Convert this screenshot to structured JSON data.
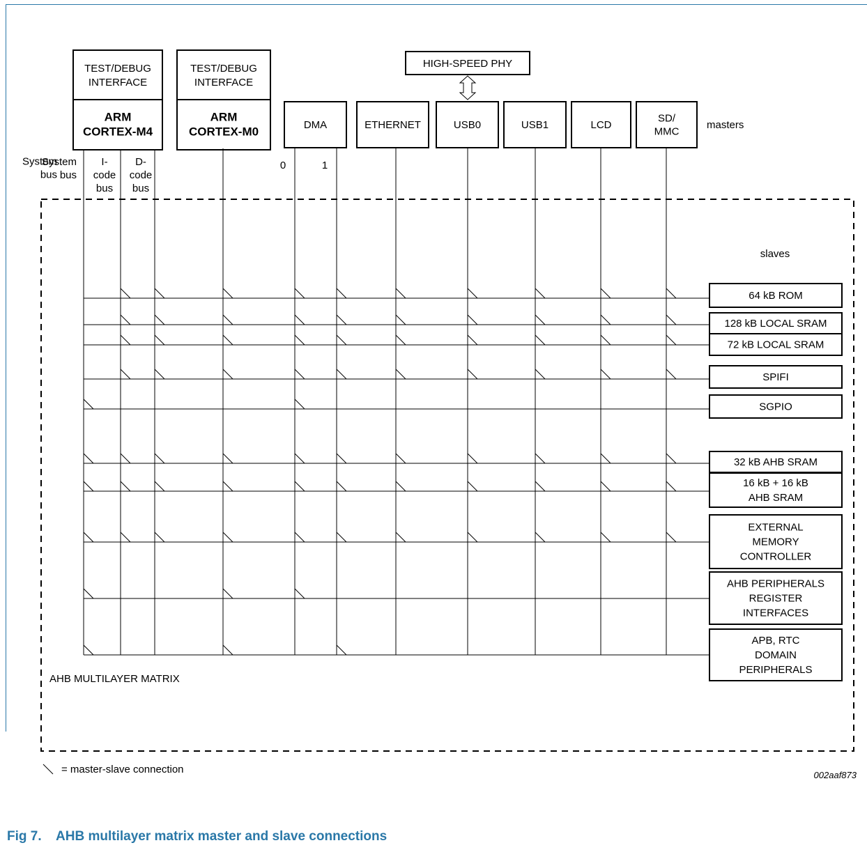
{
  "masters": [
    {
      "id": "m4",
      "debug": [
        "TEST/DEBUG",
        "INTERFACE"
      ],
      "name": [
        "ARM",
        "CORTEX-M4"
      ]
    },
    {
      "id": "m0",
      "debug": [
        "TEST/DEBUG",
        "INTERFACE"
      ],
      "name": [
        "ARM",
        "CORTEX-M0"
      ]
    },
    {
      "id": "dma",
      "name": [
        "DMA"
      ]
    },
    {
      "id": "ethernet",
      "name": [
        "ETHERNET"
      ]
    },
    {
      "id": "usb0",
      "name": [
        "USB0"
      ]
    },
    {
      "id": "usb1",
      "name": [
        "USB1"
      ]
    },
    {
      "id": "lcd",
      "name": [
        "LCD"
      ]
    },
    {
      "id": "sdmmc",
      "name": [
        "SD/",
        "MMC"
      ]
    }
  ],
  "phy": "HIGH-SPEED PHY",
  "masters_label": "masters",
  "slaves_label": "slaves",
  "bus_labels": {
    "system": [
      "System",
      "bus"
    ],
    "icode": [
      "I-",
      "code",
      "bus"
    ],
    "dcode": [
      "D-",
      "code",
      "bus"
    ],
    "dma0": "0",
    "dma1": "1"
  },
  "buses": [
    "system",
    "icode",
    "dcode",
    "m0",
    "dma0",
    "dma1",
    "ethernet",
    "usb0",
    "usb1",
    "lcd",
    "sdmmc"
  ],
  "slaves": [
    {
      "name": [
        "64 kB ROM"
      ],
      "connections": [
        "icode",
        "dcode",
        "m0",
        "dma0",
        "dma1",
        "ethernet",
        "usb0",
        "usb1",
        "lcd",
        "sdmmc"
      ]
    },
    {
      "name": [
        "128 kB LOCAL SRAM"
      ],
      "connections": [
        "icode",
        "dcode",
        "m0",
        "dma0",
        "dma1",
        "ethernet",
        "usb0",
        "usb1",
        "lcd",
        "sdmmc"
      ]
    },
    {
      "name": [
        "72 kB LOCAL SRAM"
      ],
      "connections": [
        "icode",
        "dcode",
        "m0",
        "dma0",
        "dma1",
        "ethernet",
        "usb0",
        "usb1",
        "lcd",
        "sdmmc"
      ]
    },
    {
      "name": [
        "SPIFI"
      ],
      "connections": [
        "icode",
        "dcode",
        "m0",
        "dma0",
        "dma1",
        "ethernet",
        "usb0",
        "usb1",
        "lcd",
        "sdmmc"
      ]
    },
    {
      "name": [
        "SGPIO"
      ],
      "connections": [
        "system",
        "dma0"
      ]
    },
    {
      "name": [
        "32 kB AHB SRAM"
      ],
      "connections": [
        "system",
        "icode",
        "dcode",
        "m0",
        "dma0",
        "dma1",
        "ethernet",
        "usb0",
        "usb1",
        "lcd",
        "sdmmc"
      ]
    },
    {
      "name": [
        "16 kB + 16 kB",
        "AHB SRAM"
      ],
      "connections": [
        "system",
        "icode",
        "dcode",
        "m0",
        "dma0",
        "dma1",
        "ethernet",
        "usb0",
        "usb1",
        "lcd",
        "sdmmc"
      ]
    },
    {
      "name": [
        "EXTERNAL",
        "MEMORY",
        "CONTROLLER"
      ],
      "connections": [
        "system",
        "icode",
        "dcode",
        "m0",
        "dma0",
        "dma1",
        "ethernet",
        "usb0",
        "usb1",
        "lcd",
        "sdmmc"
      ]
    },
    {
      "name": [
        "AHB PERIPHERALS",
        "REGISTER",
        "INTERFACES"
      ],
      "connections": [
        "system",
        "m0",
        "dma0"
      ]
    },
    {
      "name": [
        "APB, RTC",
        "DOMAIN",
        "PERIPHERALS"
      ],
      "connections": [
        "system",
        "m0",
        "dma1"
      ]
    }
  ],
  "matrix_label": "AHB MULTILAYER MATRIX",
  "legend": "= master-slave connection",
  "figure_id": "002aaf873",
  "caption": "Fig 7.    AHB multilayer matrix master and slave connections"
}
